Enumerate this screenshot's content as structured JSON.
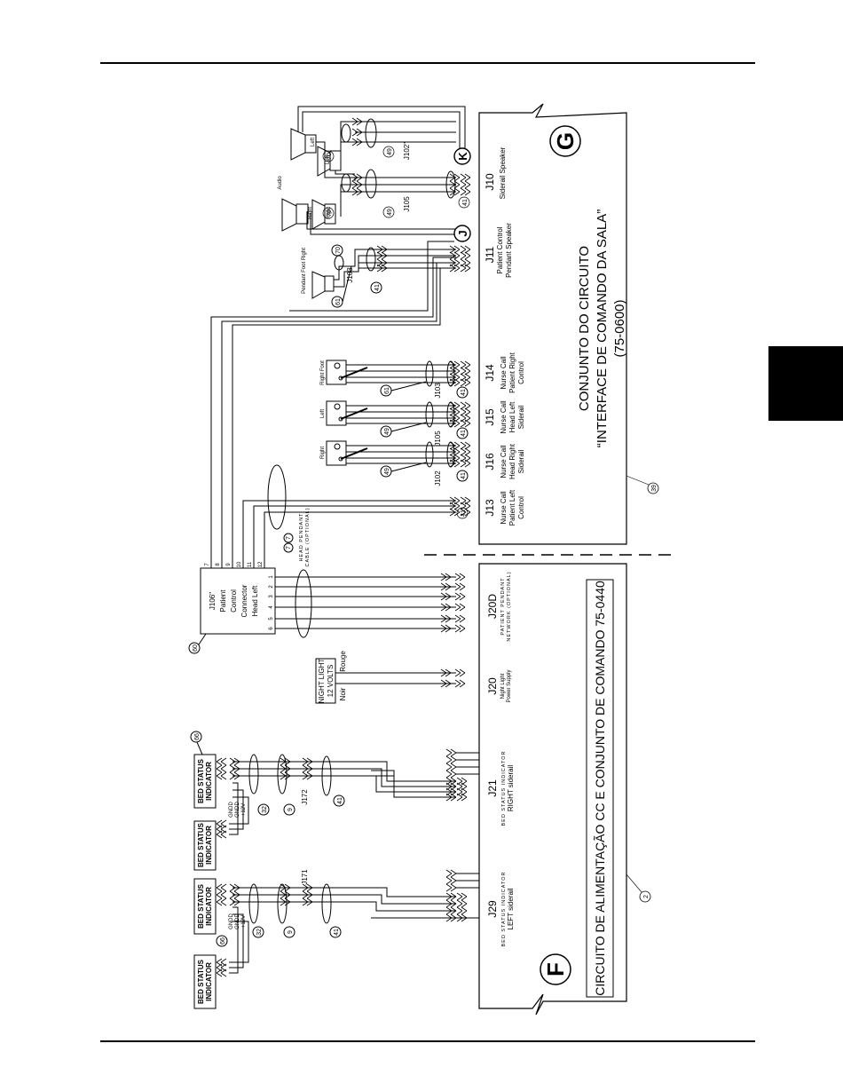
{
  "board_g": {
    "letter": "G",
    "title_line1": "CONJUNTO DO CIRCUITO",
    "title_line2": "“INTERFACE DE COMANDO DA SALA”",
    "title_line3": "(75-0600)",
    "ref": "39"
  },
  "board_f": {
    "letter": "F",
    "title": "CIRCUITO DE ALIMENTAÇÃO CC E CONJUNTO DE COMANDO 75-0440",
    "ref": "2"
  },
  "connectors_g": [
    {
      "id": "J10",
      "l1": "Siderail Speaker",
      "l2": "",
      "l3": ""
    },
    {
      "id": "J11",
      "l1": "Patient Control",
      "l2": "Pendant Speaker",
      "l3": ""
    },
    {
      "id": "J14",
      "l1": "Nurse Call",
      "l2": "Patient Right",
      "l3": "Control"
    },
    {
      "id": "J15",
      "l1": "Nurse Call",
      "l2": "Head Left",
      "l3": "Siderail"
    },
    {
      "id": "J16",
      "l1": "Nurse Call",
      "l2": "Head Right",
      "l3": "Siderail"
    },
    {
      "id": "J13",
      "l1": "Nurse Call",
      "l2": "Patient Left",
      "l3": "Control"
    }
  ],
  "connectors_f": [
    {
      "id": "J20D",
      "l1": "PATIENT PENDANT",
      "l2": "NETWORK (OPTIONAL)"
    },
    {
      "id": "J20",
      "l1": "Night Light",
      "l2": "Power Supply"
    },
    {
      "id": "J21",
      "l1": "BED STATUS INDICATOR",
      "l2": "RIGHT siderail"
    },
    {
      "id": "J29",
      "l1": "BED STATUS INDICATOR",
      "l2": "LEFT siderail"
    }
  ],
  "circle_k": "K",
  "circle_j": "J",
  "audio_label": "Audio",
  "speaker_labels": [
    "Left",
    "Right",
    "Pendant Foot Right"
  ],
  "switch_labels": [
    "Right Foot",
    "Left",
    "Right"
  ],
  "harness_labels": [
    "J102\"",
    "J105",
    "J103",
    "J103",
    "J105",
    "J102",
    "J172",
    "J171"
  ],
  "refs": [
    "70",
    "49",
    "70",
    "49",
    "41",
    "70",
    "61",
    "41",
    "61",
    "41",
    "49",
    "41",
    "49",
    "41",
    "41",
    "7",
    "7",
    "60",
    "66",
    "32",
    "9",
    "41",
    "32",
    "9",
    "41",
    "66"
  ],
  "j106": {
    "l1": "J106\"",
    "l2": "Patient",
    "l3": "Control",
    "l4": "Connector",
    "l5": "Head Left",
    "pins_top": [
      "7",
      "8",
      "9",
      "10",
      "11",
      "12"
    ],
    "pins_bottom": [
      "1",
      "2",
      "3",
      "4",
      "5",
      "6"
    ]
  },
  "cable_label_1": "HEAD PENDANT",
  "cable_label_2": "CABLE (OPTIONAL)",
  "night_light": {
    "l1": "NIGHT LIGHT",
    "l2": "12 VOLTS",
    "wire1": "Rouge",
    "wire2": "Noir"
  },
  "bed_status": {
    "l1": "BED STATUS",
    "l2": "INDICATOR"
  },
  "wire_labels": {
    "gnd1": "GNDD",
    "gnd2": "GNDD",
    "v12": "+12V"
  }
}
